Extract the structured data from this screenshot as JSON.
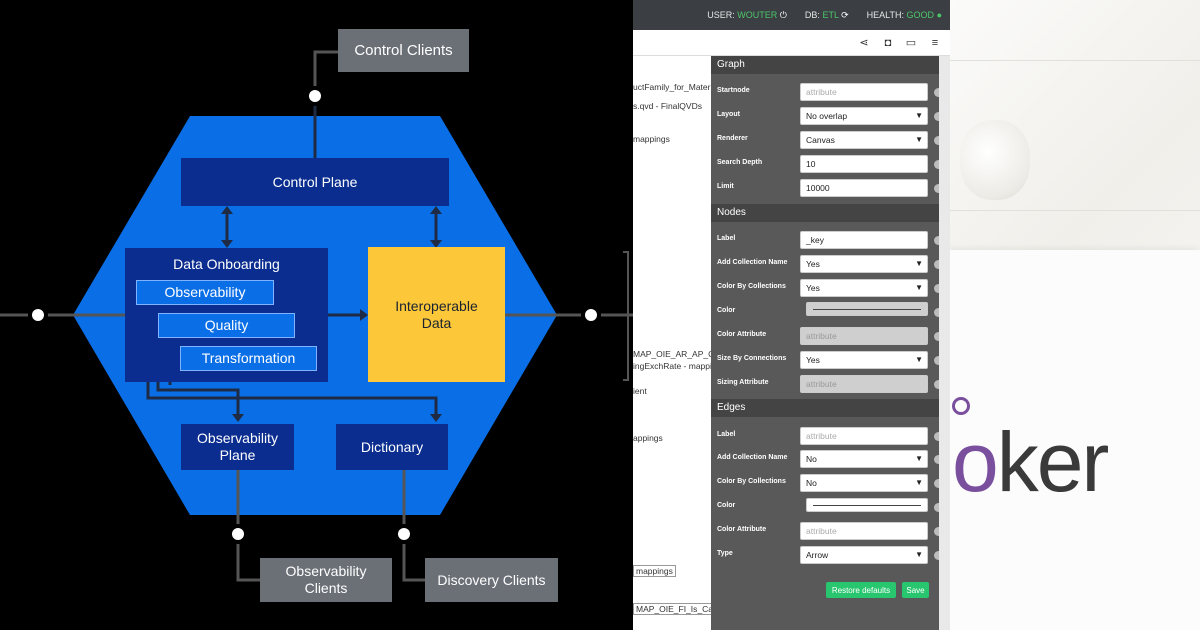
{
  "diagram": {
    "control_clients": "Control Clients",
    "control_plane": "Control Plane",
    "data_onboarding": "Data Onboarding",
    "observability": "Observability",
    "quality": "Quality",
    "transformation": "Transformation",
    "interoperable_data": "Interoperable Data",
    "observability_plane": "Observability Plane",
    "dictionary": "Dictionary",
    "observability_clients": "Observability Clients",
    "discovery_clients": "Discovery Clients",
    "colors": {
      "hexagon": "#0a6fe6",
      "dark_box": "#0a2d8f",
      "client_box": "#6b6f76",
      "interop_box": "#fcc83a"
    }
  },
  "app": {
    "topbar": {
      "user_label": "USER:",
      "user_value": "WOUTER",
      "db_label": "DB:",
      "db_value": "ETL",
      "health_label": "HEALTH:",
      "health_value": "GOOD"
    },
    "toolbar_icons": [
      "share-icon",
      "camera-icon",
      "monitor-icon",
      "menu-icon"
    ],
    "background_items": [
      "uctFamily_for_Materia",
      "s.qvd - FinalQVDs",
      "mappings",
      "MAP_OIE_AR_AP_Cas",
      "ingExchRate - mappi",
      "ient",
      "appings",
      "mappings",
      "MAP_OIE_FI_Is_Cas... mappings"
    ],
    "graph": {
      "title": "Graph",
      "startnode_label": "Startnode",
      "startnode_placeholder": "attribute",
      "layout_label": "Layout",
      "layout_value": "No overlap",
      "renderer_label": "Renderer",
      "renderer_value": "Canvas",
      "search_depth_label": "Search Depth",
      "search_depth_value": "10",
      "limit_label": "Limit",
      "limit_value": "10000"
    },
    "nodes": {
      "title": "Nodes",
      "label_label": "Label",
      "label_value": "_key",
      "add_collection_label": "Add Collection Name",
      "add_collection_value": "Yes",
      "color_by_collections_label": "Color By Collections",
      "color_by_collections_value": "Yes",
      "color_label": "Color",
      "color_attribute_label": "Color Attribute",
      "color_attribute_placeholder": "attribute",
      "size_by_connections_label": "Size By Connections",
      "size_by_connections_value": "Yes",
      "sizing_attribute_label": "Sizing Attribute",
      "sizing_attribute_placeholder": "attribute"
    },
    "edges": {
      "title": "Edges",
      "label_label": "Label",
      "label_placeholder": "attribute",
      "add_collection_label": "Add Collection Name",
      "add_collection_value": "No",
      "color_by_collections_label": "Color By Collections",
      "color_by_collections_value": "No",
      "color_label": "Color",
      "color_attribute_label": "Color Attribute",
      "color_attribute_placeholder": "attribute",
      "type_label": "Type",
      "type_value": "Arrow"
    },
    "buttons": {
      "restore_defaults": "Restore defaults",
      "save": "Save"
    },
    "accent_color": "#28c76f"
  },
  "photo": {
    "logo_text_o": "o",
    "logo_text_rest": "ker",
    "logo_color": "#7a4f9e"
  }
}
